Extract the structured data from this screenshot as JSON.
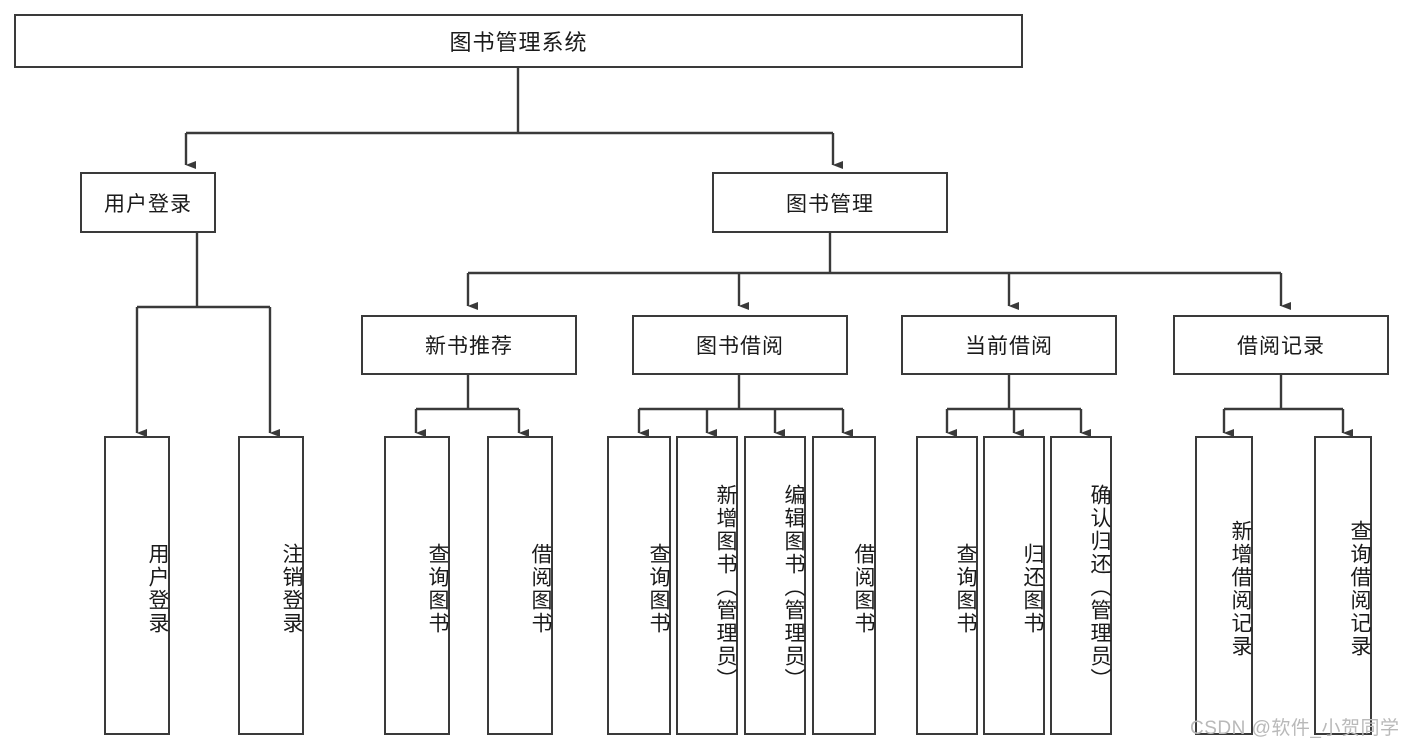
{
  "diagram": {
    "title": "图书管理系统",
    "type": "tree-hierarchy",
    "watermark": "CSDN @软件_小贺同学",
    "colors": {
      "stroke": "#3a3a3a",
      "fill": "#ffffff",
      "text": "#1a1a1a",
      "watermark": "#b9b9b9"
    },
    "nodes": {
      "root": {
        "label": "图书管理系统",
        "level": 1
      },
      "level2": [
        {
          "id": "user-login",
          "label": "用户登录"
        },
        {
          "id": "book-manage",
          "label": "图书管理"
        }
      ],
      "level3": [
        {
          "id": "new-book-recommend",
          "label": "新书推荐"
        },
        {
          "id": "book-borrow",
          "label": "图书借阅"
        },
        {
          "id": "current-borrow",
          "label": "当前借阅"
        },
        {
          "id": "borrow-record",
          "label": "借阅记录"
        }
      ],
      "leaves": {
        "user-login": [
          {
            "id": "leaf-user-login",
            "label": "用户登录"
          },
          {
            "id": "leaf-logout",
            "label": "注销登录"
          }
        ],
        "new-book-recommend": [
          {
            "id": "leaf-query-book-1",
            "label": "查询图书"
          },
          {
            "id": "leaf-borrow-book-1",
            "label": "借阅图书"
          }
        ],
        "book-borrow": [
          {
            "id": "leaf-query-book-2",
            "label": "查询图书"
          },
          {
            "id": "leaf-add-book",
            "label": "新增图书（管理员）"
          },
          {
            "id": "leaf-edit-book",
            "label": "编辑图书（管理员）"
          },
          {
            "id": "leaf-borrow-book-2",
            "label": "借阅图书"
          }
        ],
        "current-borrow": [
          {
            "id": "leaf-query-book-3",
            "label": "查询图书"
          },
          {
            "id": "leaf-return-book",
            "label": "归还图书"
          },
          {
            "id": "leaf-confirm-return",
            "label": "确认归还（管理员）"
          }
        ],
        "borrow-record": [
          {
            "id": "leaf-add-record",
            "label": "新增借阅记录"
          },
          {
            "id": "leaf-query-record",
            "label": "查询借阅记录"
          }
        ]
      }
    },
    "edges": [
      {
        "from": "root",
        "to": "user-login"
      },
      {
        "from": "root",
        "to": "book-manage"
      },
      {
        "from": "user-login",
        "to": "leaf-user-login"
      },
      {
        "from": "user-login",
        "to": "leaf-logout"
      },
      {
        "from": "book-manage",
        "to": "new-book-recommend"
      },
      {
        "from": "book-manage",
        "to": "book-borrow"
      },
      {
        "from": "book-manage",
        "to": "current-borrow"
      },
      {
        "from": "book-manage",
        "to": "borrow-record"
      },
      {
        "from": "new-book-recommend",
        "to": "leaf-query-book-1"
      },
      {
        "from": "new-book-recommend",
        "to": "leaf-borrow-book-1"
      },
      {
        "from": "book-borrow",
        "to": "leaf-query-book-2"
      },
      {
        "from": "book-borrow",
        "to": "leaf-add-book"
      },
      {
        "from": "book-borrow",
        "to": "leaf-edit-book"
      },
      {
        "from": "book-borrow",
        "to": "leaf-borrow-book-2"
      },
      {
        "from": "current-borrow",
        "to": "leaf-query-book-3"
      },
      {
        "from": "current-borrow",
        "to": "leaf-return-book"
      },
      {
        "from": "current-borrow",
        "to": "leaf-confirm-return"
      },
      {
        "from": "borrow-record",
        "to": "leaf-add-record"
      },
      {
        "from": "borrow-record",
        "to": "leaf-query-record"
      }
    ]
  }
}
